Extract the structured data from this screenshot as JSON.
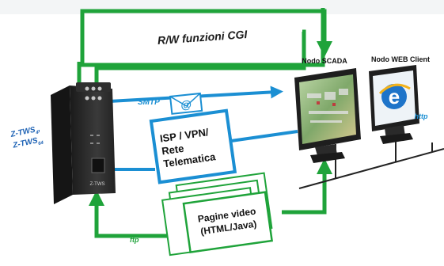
{
  "labels": {
    "cgi": "R/W funzioni CGI",
    "scada": "Nodo SCADA",
    "web_client": "Nodo WEB Client",
    "smtp": "SMTP",
    "http": "http",
    "ftp": "ftp",
    "device_name_1": "Z-TWS",
    "device_sub_1": "4",
    "device_name_2": "Z-TWS",
    "device_sub_2": "64",
    "device_front": "Z-TWS",
    "network_box_lines": [
      "ISP / VPN/",
      "Rete",
      "Telematica"
    ],
    "pages_lines": [
      "Pagine video",
      "(HTML/Java)"
    ],
    "email_symbol": "@"
  },
  "colors": {
    "green": "#1fa33a",
    "blue": "#1b8fd3",
    "label_blue": "#1f63b5",
    "device": "#2b2b2b",
    "monitor": "#1e1e1e",
    "network_line": "#222222"
  },
  "icons": {
    "email": "envelope-at-icon",
    "browser": "internet-explorer-icon"
  }
}
